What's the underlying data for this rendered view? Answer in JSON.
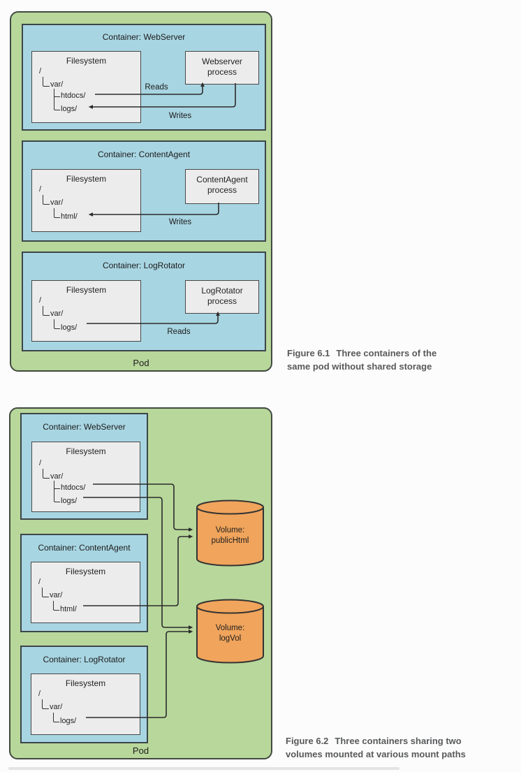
{
  "figure1": {
    "pod_label": "Pod",
    "caption_label": "Figure 6.1",
    "caption_text": "Three containers of the same pod without shared storage",
    "containers": [
      {
        "title": "Container: WebServer",
        "fs_title": "Filesystem",
        "root": "/",
        "dir": "var/",
        "child1": "htdocs/",
        "child2": "logs/",
        "process_line1": "Webserver",
        "process_line2": "process",
        "read_label": "Reads",
        "write_label": "Writes"
      },
      {
        "title": "Container: ContentAgent",
        "fs_title": "Filesystem",
        "root": "/",
        "dir": "var/",
        "child1": "html/",
        "process_line1": "ContentAgent",
        "process_line2": "process",
        "write_label": "Writes"
      },
      {
        "title": "Container: LogRotator",
        "fs_title": "Filesystem",
        "root": "/",
        "dir": "var/",
        "child1": "logs/",
        "process_line1": "LogRotator",
        "process_line2": "process",
        "read_label": "Reads"
      }
    ]
  },
  "figure2": {
    "pod_label": "Pod",
    "caption_label": "Figure 6.2",
    "caption_text": "Three containers sharing two volumes mounted at various mount paths",
    "containers": [
      {
        "title": "Container: WebServer",
        "fs_title": "Filesystem",
        "root": "/",
        "dir": "var/",
        "child1": "htdocs/",
        "child2": "logs/"
      },
      {
        "title": "Container: ContentAgent",
        "fs_title": "Filesystem",
        "root": "/",
        "dir": "var/",
        "child1": "html/"
      },
      {
        "title": "Container: LogRotator",
        "fs_title": "Filesystem",
        "root": "/",
        "dir": "var/",
        "child1": "logs/"
      }
    ],
    "volumes": [
      {
        "line1": "Volume:",
        "line2": "publicHtml"
      },
      {
        "line1": "Volume:",
        "line2": "logVol"
      }
    ]
  },
  "colors": {
    "pod_green": "#b8d79b",
    "container_blue": "#a8d5e2",
    "box_grey": "#ececec",
    "volume_orange": "#f0a45c",
    "line_dark": "#2b2b2b",
    "caption_grey": "#58595b"
  }
}
